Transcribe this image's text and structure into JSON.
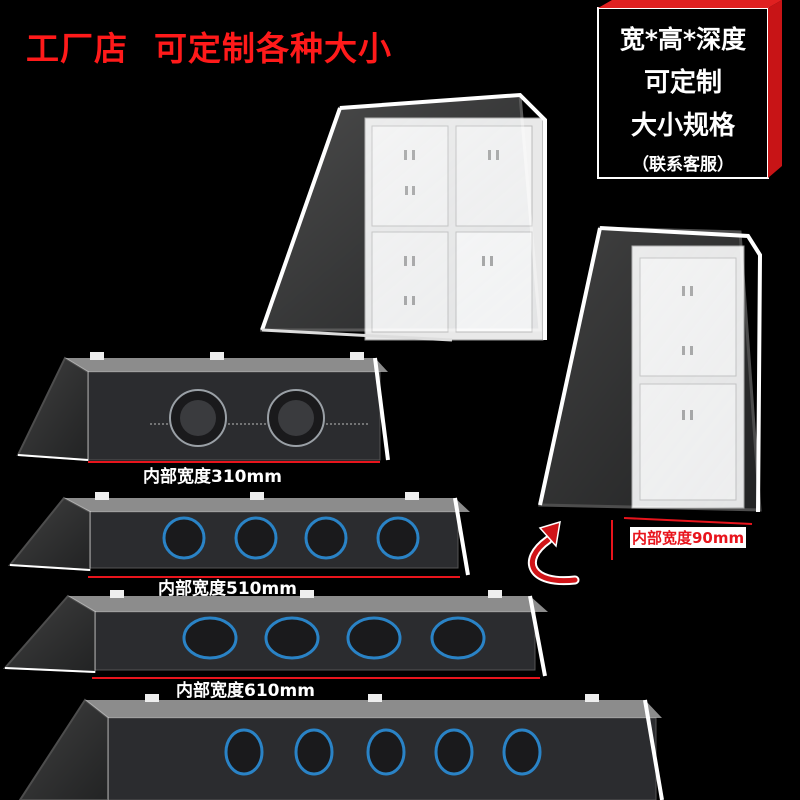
{
  "headline": {
    "part1": "工厂店",
    "part2": "可定制各种大小"
  },
  "info_box": {
    "line1": "宽*高*深度",
    "line2": "可定制",
    "line3": "大小规格",
    "line4": "（联系客服）"
  },
  "dimensions": {
    "d310": "内部宽度310mm",
    "d510": "内部宽度510mm",
    "d610": "内部宽度610mm",
    "d90": "内部宽度90mm"
  },
  "colors": {
    "accent_red": "#ff1a1a",
    "background": "#000000"
  }
}
